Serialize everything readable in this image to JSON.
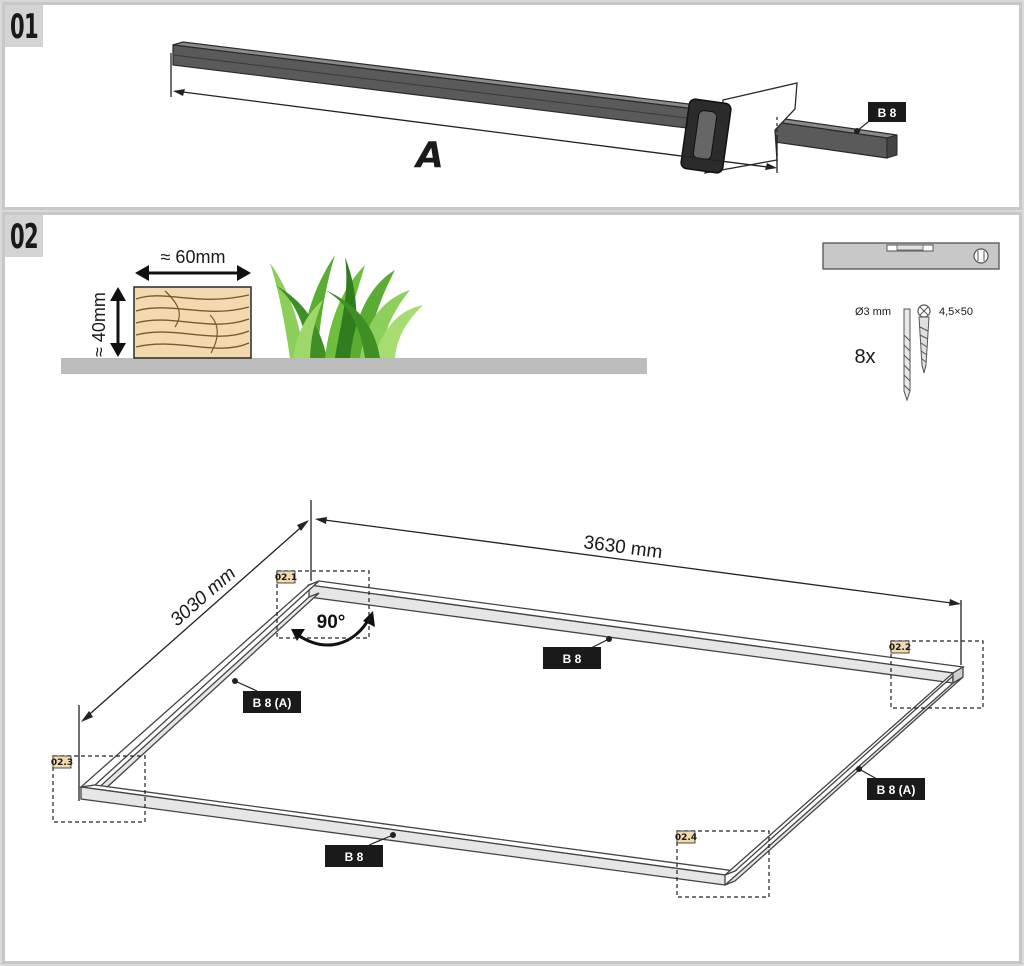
{
  "step1": {
    "number": "01",
    "dimension_label": "A",
    "part_label": "B 8"
  },
  "step2": {
    "number": "02",
    "width_label": "≈ 60mm",
    "height_label": "≈ 40mm",
    "drill_label": "Ø3 mm",
    "screw_label": "4,5×50",
    "quantity_label": "8x",
    "length_label": "3630 mm",
    "width_total_label": "3030 mm",
    "angle_label": "90°",
    "beam_labels": {
      "top": "B 8",
      "left": "B 8 (A)",
      "right": "B 8 (A)",
      "bottom": "B 8"
    },
    "detail_labels": {
      "d1": "02.1",
      "d2": "02.2",
      "d3": "02.3",
      "d4": "02.4"
    }
  },
  "colors": {
    "beam_dark": "#5a5a5a",
    "beam_light": "#f0f0f0",
    "grass_green": "#5aad32",
    "wood": "#f2d9b0",
    "label_bg": "#1a1a1a"
  }
}
